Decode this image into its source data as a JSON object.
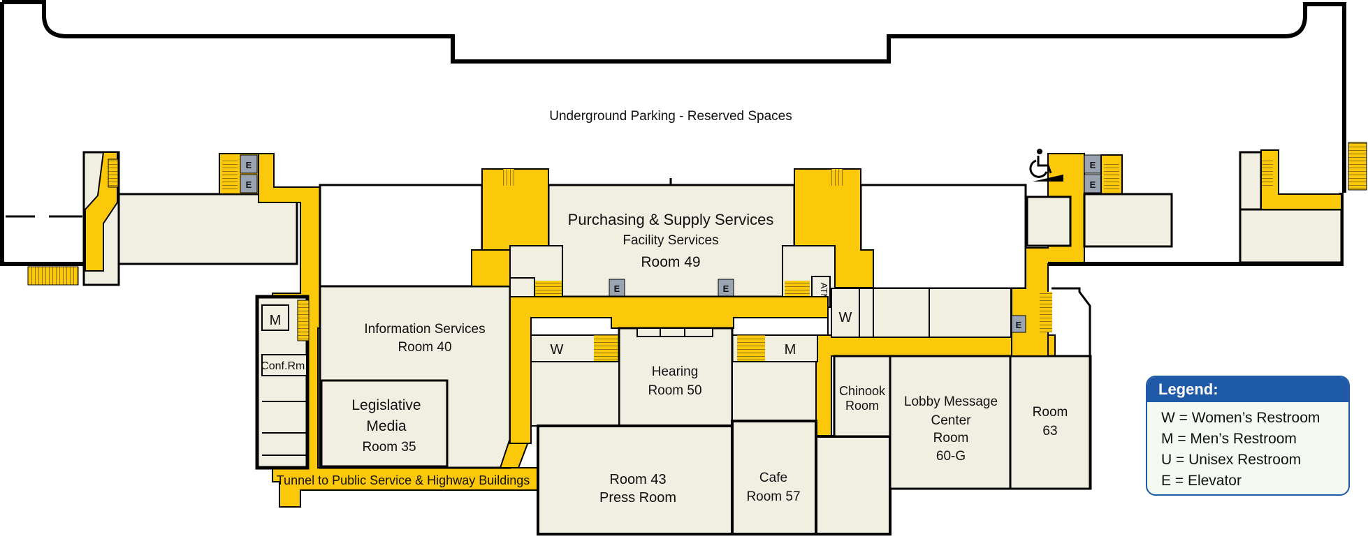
{
  "colors": {
    "corridor": "#fcc80a",
    "room": "#f1efe2",
    "wall": "#000000",
    "elevator": "#9aa3b2",
    "legend_header": "#1f5aa8",
    "legend_bg": "#f4f9f2",
    "legend_border": "#1f5aa8"
  },
  "parking": {
    "label": "Underground Parking - Reserved Spaces"
  },
  "rooms": {
    "purchasing_line1": "Purchasing & Supply Services",
    "purchasing_line2": "Facility Services",
    "purchasing_line3": "Room 49",
    "info_line1": "Information Services",
    "info_line2": "Room 40",
    "legis_line1": "Legislative",
    "legis_line2": "Media",
    "legis_line3": "Room 35",
    "hearing_line1": "Hearing",
    "hearing_line2": "Room 50",
    "press_line1": "Room 43",
    "press_line2": "Press Room",
    "cafe_line1": "Cafe",
    "cafe_line2": "Room 57",
    "chinook_line1": "Chinook",
    "chinook_line2": "Room",
    "lobby_line1": "Lobby Message",
    "lobby_line2": "Center",
    "lobby_line3": "Room",
    "lobby_line4": "60-G",
    "room63_line1": "Room",
    "room63_line2": "63",
    "conf": "Conf.Rm.",
    "tunnel": "Tunnel to Public Service & Highway Buildings"
  },
  "symbols": {
    "womens": "W",
    "mens": "M",
    "elevator": "E",
    "atm": "ATM"
  },
  "icons": {
    "accessibility": "wheelchair-icon",
    "stairs": "stairs-icon"
  },
  "legend": {
    "title": "Legend:",
    "items": [
      "W = Women’s Restroom",
      "M = Men’s Restroom",
      "U = Unisex Restroom",
      "E = Elevator"
    ]
  }
}
